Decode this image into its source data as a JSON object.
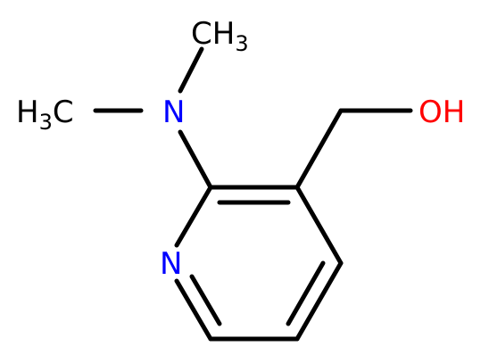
{
  "atoms": {
    "n_amine": {
      "text": "N",
      "color": "#0000ff"
    },
    "n_ring": {
      "text": "N",
      "color": "#0000ff"
    },
    "hydroxyl": {
      "text": "OH",
      "color": "#ff0000"
    },
    "methyl_top": {
      "main": "CH",
      "sub": "3",
      "color": "#000000"
    },
    "methyl_left": {
      "main": "H",
      "sub": "3",
      "tail": "C",
      "color": "#000000"
    }
  },
  "bond_color": "#000000"
}
